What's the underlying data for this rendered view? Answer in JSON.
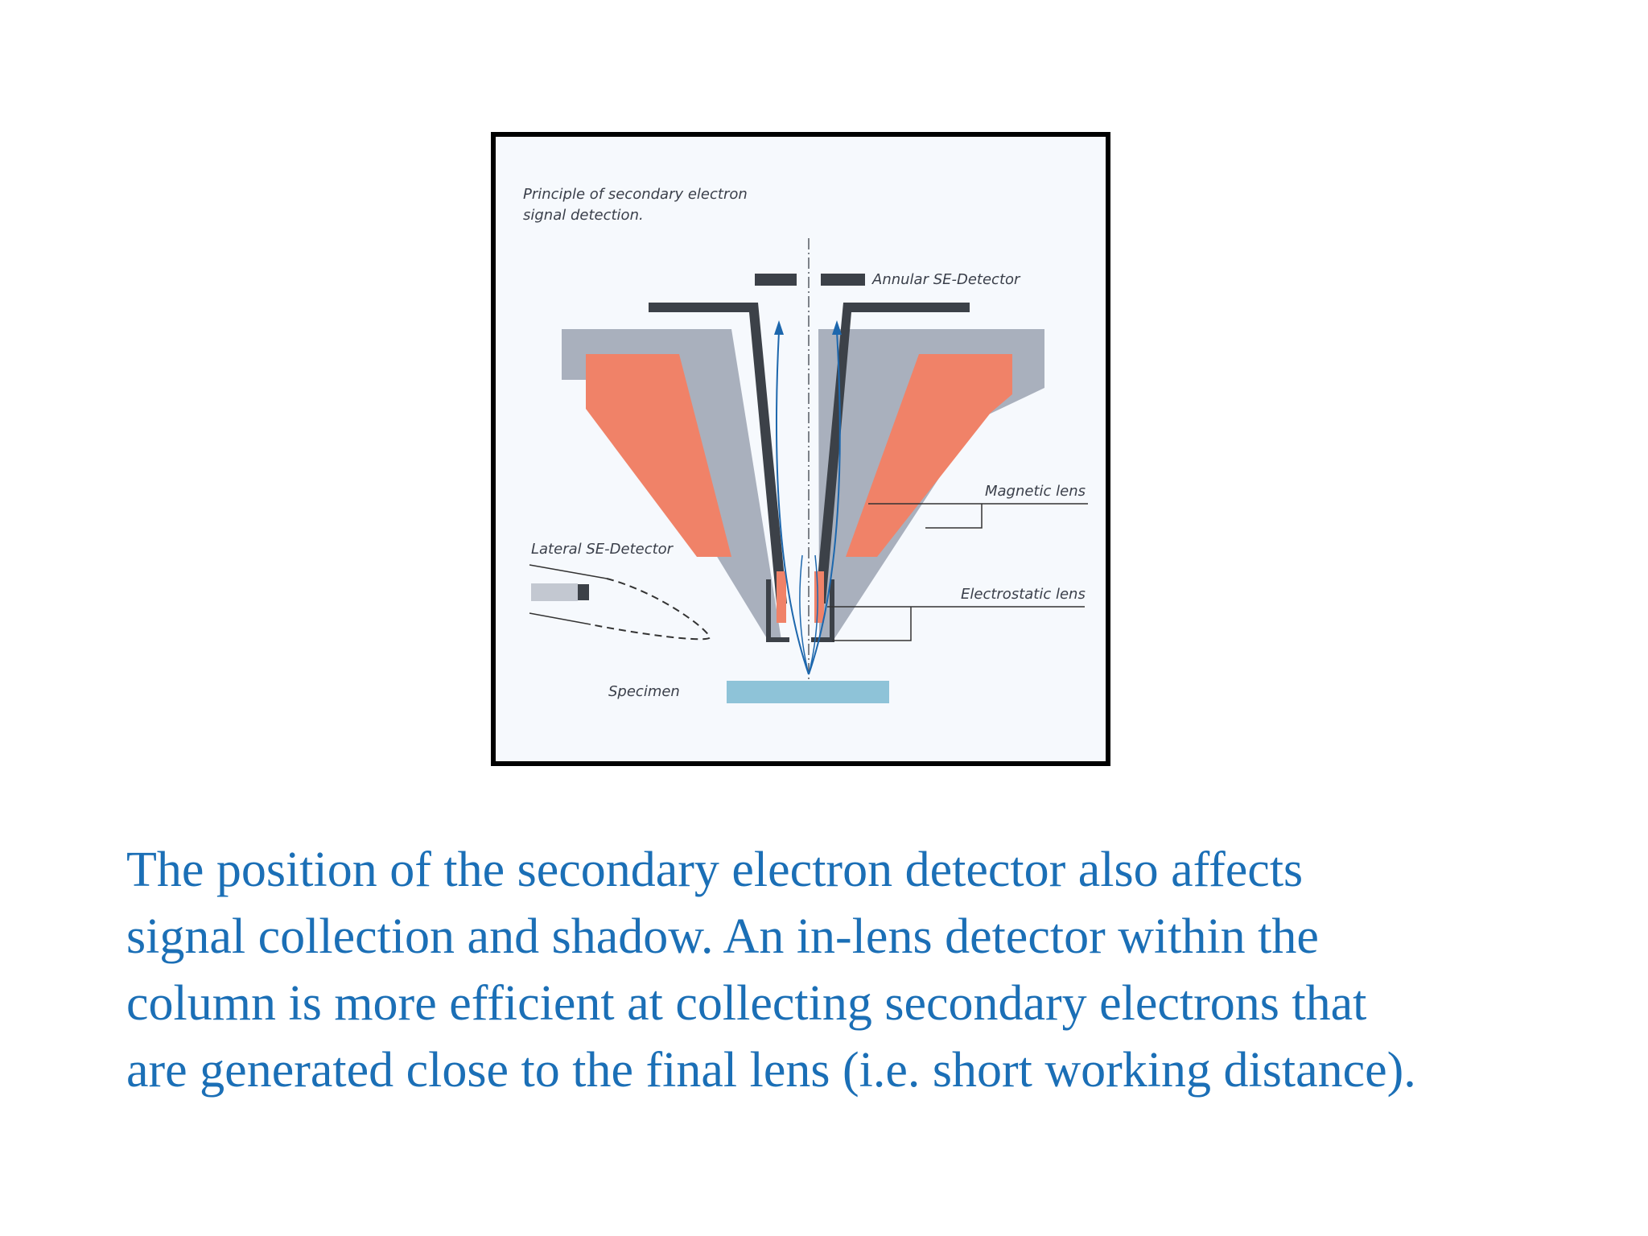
{
  "diagram": {
    "title_lines": [
      "Principle of secondary electron",
      "signal detection."
    ],
    "labels": {
      "annular": "Annular SE-Detector",
      "magnetic": "Magnetic lens",
      "electrostatic": "Electrostatic lens",
      "lateral": "Lateral SE-Detector",
      "specimen": "Specimen"
    },
    "colors": {
      "pole_piece": "#a9b0bd",
      "coil": "#f08268",
      "liner": "#3c4148",
      "beam": "#1d67ad",
      "specimen": "#8ec3d8",
      "background": "#f6f9fd"
    }
  },
  "caption": {
    "lines": [
      "The position of the secondary electron detector also affects",
      "signal collection and shadow.  An in-lens detector within the",
      "column is more efficient at collecting secondary electrons that",
      "are generated close to the final lens (i.e. short working distance)."
    ]
  }
}
